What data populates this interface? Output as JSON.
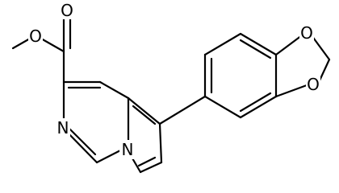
{
  "molecule": {
    "atom_labels": {
      "o_ester_single": "O",
      "o_carbonyl": "O",
      "n_pyrimidine": "N",
      "n_bridgehead": "N",
      "o_dioxole_top": "O",
      "o_dioxole_bottom": "O"
    }
  },
  "colors": {
    "bond": "#000000",
    "text": "#000000",
    "background": "#ffffff"
  }
}
